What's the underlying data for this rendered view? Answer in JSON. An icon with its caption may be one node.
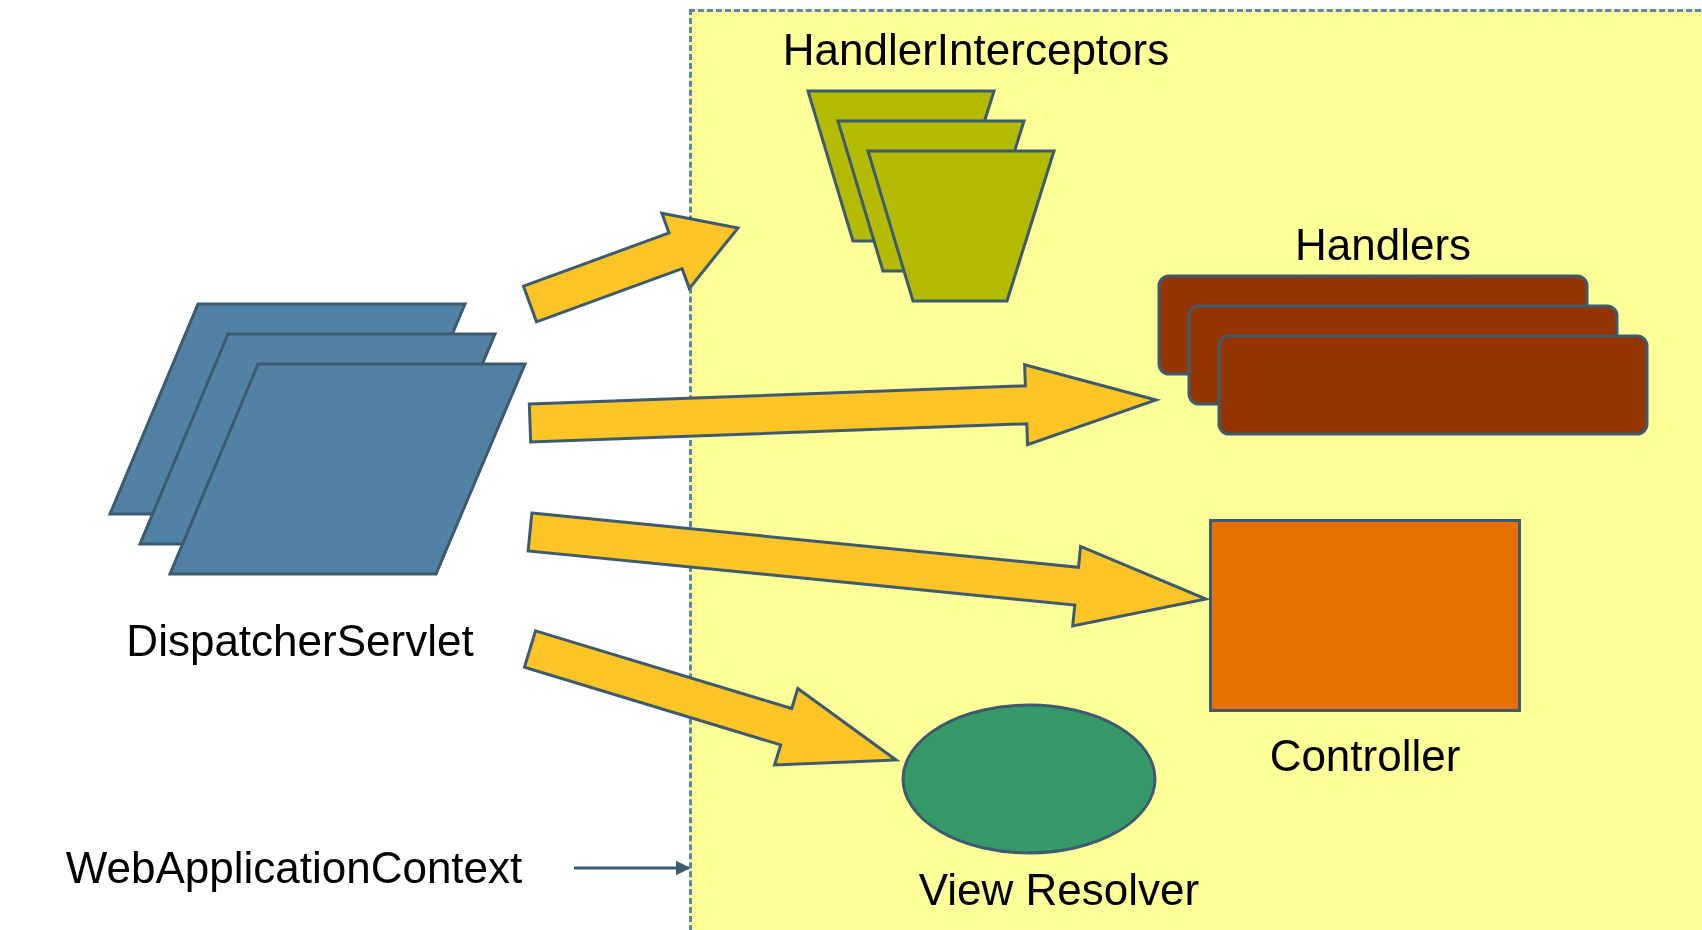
{
  "diagram": {
    "nodes": [
      {
        "text": [],
        "shape": "box"
      },
      {
        "text": [
          "HandlerInterceptors"
        ],
        "in": 0
      },
      {
        "text": [
          "Handlers"
        ],
        "in": 0
      },
      {
        "text": [
          "Controller"
        ],
        "in": 0
      },
      {
        "text": [
          "View Resolver"
        ],
        "in": 0
      },
      {
        "text": [
          "DispatcherServlet"
        ]
      },
      {
        "text": [
          "WebApplicationContext"
        ]
      }
    ],
    "edges": [
      {
        "from": 5,
        "to": 1,
        "arrow": "to",
        "style": "thick"
      },
      {
        "from": 5,
        "to": 2,
        "arrow": "to",
        "style": "thick"
      },
      {
        "from": 5,
        "to": 3,
        "arrow": "to",
        "style": "thick"
      },
      {
        "from": 5,
        "to": 4,
        "arrow": "to",
        "style": "thick"
      },
      {
        "from": 6,
        "to": 0,
        "arrow": "to"
      }
    ]
  }
}
